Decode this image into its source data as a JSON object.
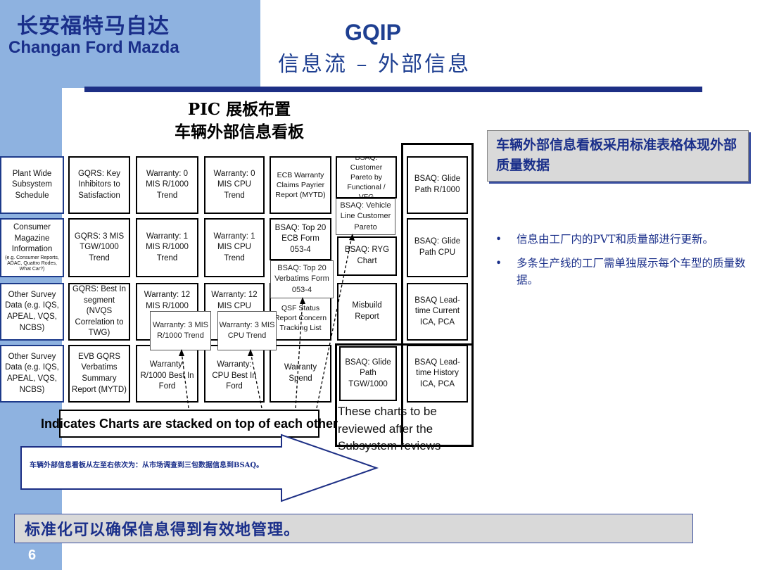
{
  "brand": {
    "cn": "长安福特马自达",
    "en": "Changan Ford Mazda"
  },
  "header": {
    "title": "GQIP",
    "subtitle": "信息流 – 外部信息"
  },
  "board": {
    "title_line1": "PIC 展板布置",
    "title_line2": "车辆外部信息看板"
  },
  "grid": {
    "row1": [
      "Plant Wide Subsystem Schedule",
      "GQRS: Key Inhibitors to Satisfaction",
      "Warranty: 0 MIS R/1000 Trend",
      "Warranty: 0 MIS CPU Trend",
      "ECB Warranty Claims Payrier Report (MYTD)",
      "BSAQ: Customer Pareto by Functional / VFG",
      "BSAQ: Glide Path R/1000"
    ],
    "row2": [
      "Consumer Magazine Information",
      "GQRS: 3 MIS TGW/1000 Trend",
      "Warranty: 1 MIS R/1000 Trend",
      "Warranty: 1 MIS CPU Trend",
      "BSAQ: Top 20 ECB Form 053-4",
      "BSAQ: RYG Chart",
      "BSAQ: Glide Path CPU"
    ],
    "row2_note": "(e.g. Consumer Reports, ADAC, Quattro Rodes, What Car?)",
    "row3": [
      "Other Survey Data (e.g. IQS, APEAL, VQS, NCBS)",
      "GQRS: Best In segment (NVQS Correlation to TWG)",
      "Warranty: 12 MIS R/1000",
      "Warranty: 12 MIS CPU",
      "QSF Status Report Concern Tracking List",
      "Misbuild Report",
      "BSAQ Lead-time Current ICA, PCA"
    ],
    "row4": [
      "Other Survey Data (e.g. IQS, APEAL, VQS, NCBS)",
      "EVB GQRS Verbatims Summary Report (MYTD)",
      "Warranty: R/1000 Best In Ford",
      "Warranty: CPU Best In Ford",
      "Warranty Spend",
      "BSAQ: Glide Path TGW/1000",
      "BSAQ Lead-time History ICA, PCA"
    ]
  },
  "overlays": {
    "vehicle_line": "BSAQ: Vehicle Line Customer Pareto",
    "verbatims": "BSAQ: Top 20 Verbatims Form 053-4",
    "r1000": "Warranty: 3 MIS R/1000 Trend",
    "cpu": "Warranty: 3 MIS CPU Trend"
  },
  "notes": {
    "stacked": "Indicates Charts are stacked on top of each other",
    "review": "These charts to be reviewed after the Subsystem reviews"
  },
  "callout": "车辆外部信息看板采用标准表格体现外部质量数据",
  "bullets": [
    "信息由工厂内的PVT和质量部进行更新。",
    "多条生产线的工厂需单独展示每个车型的质量数据。"
  ],
  "arrow_text": "车辆外部信息看板从左至右依次为：从市场调查到三包数据信息到BSAQ。",
  "conclusion": "标准化可以确保信息得到有效地管理。",
  "page_number": "6",
  "colors": {
    "sidebar": "#8eb2e0",
    "navy": "#1d2f85",
    "text_blue": "#1a2f8a",
    "gray_box": "#d9d9d9"
  }
}
